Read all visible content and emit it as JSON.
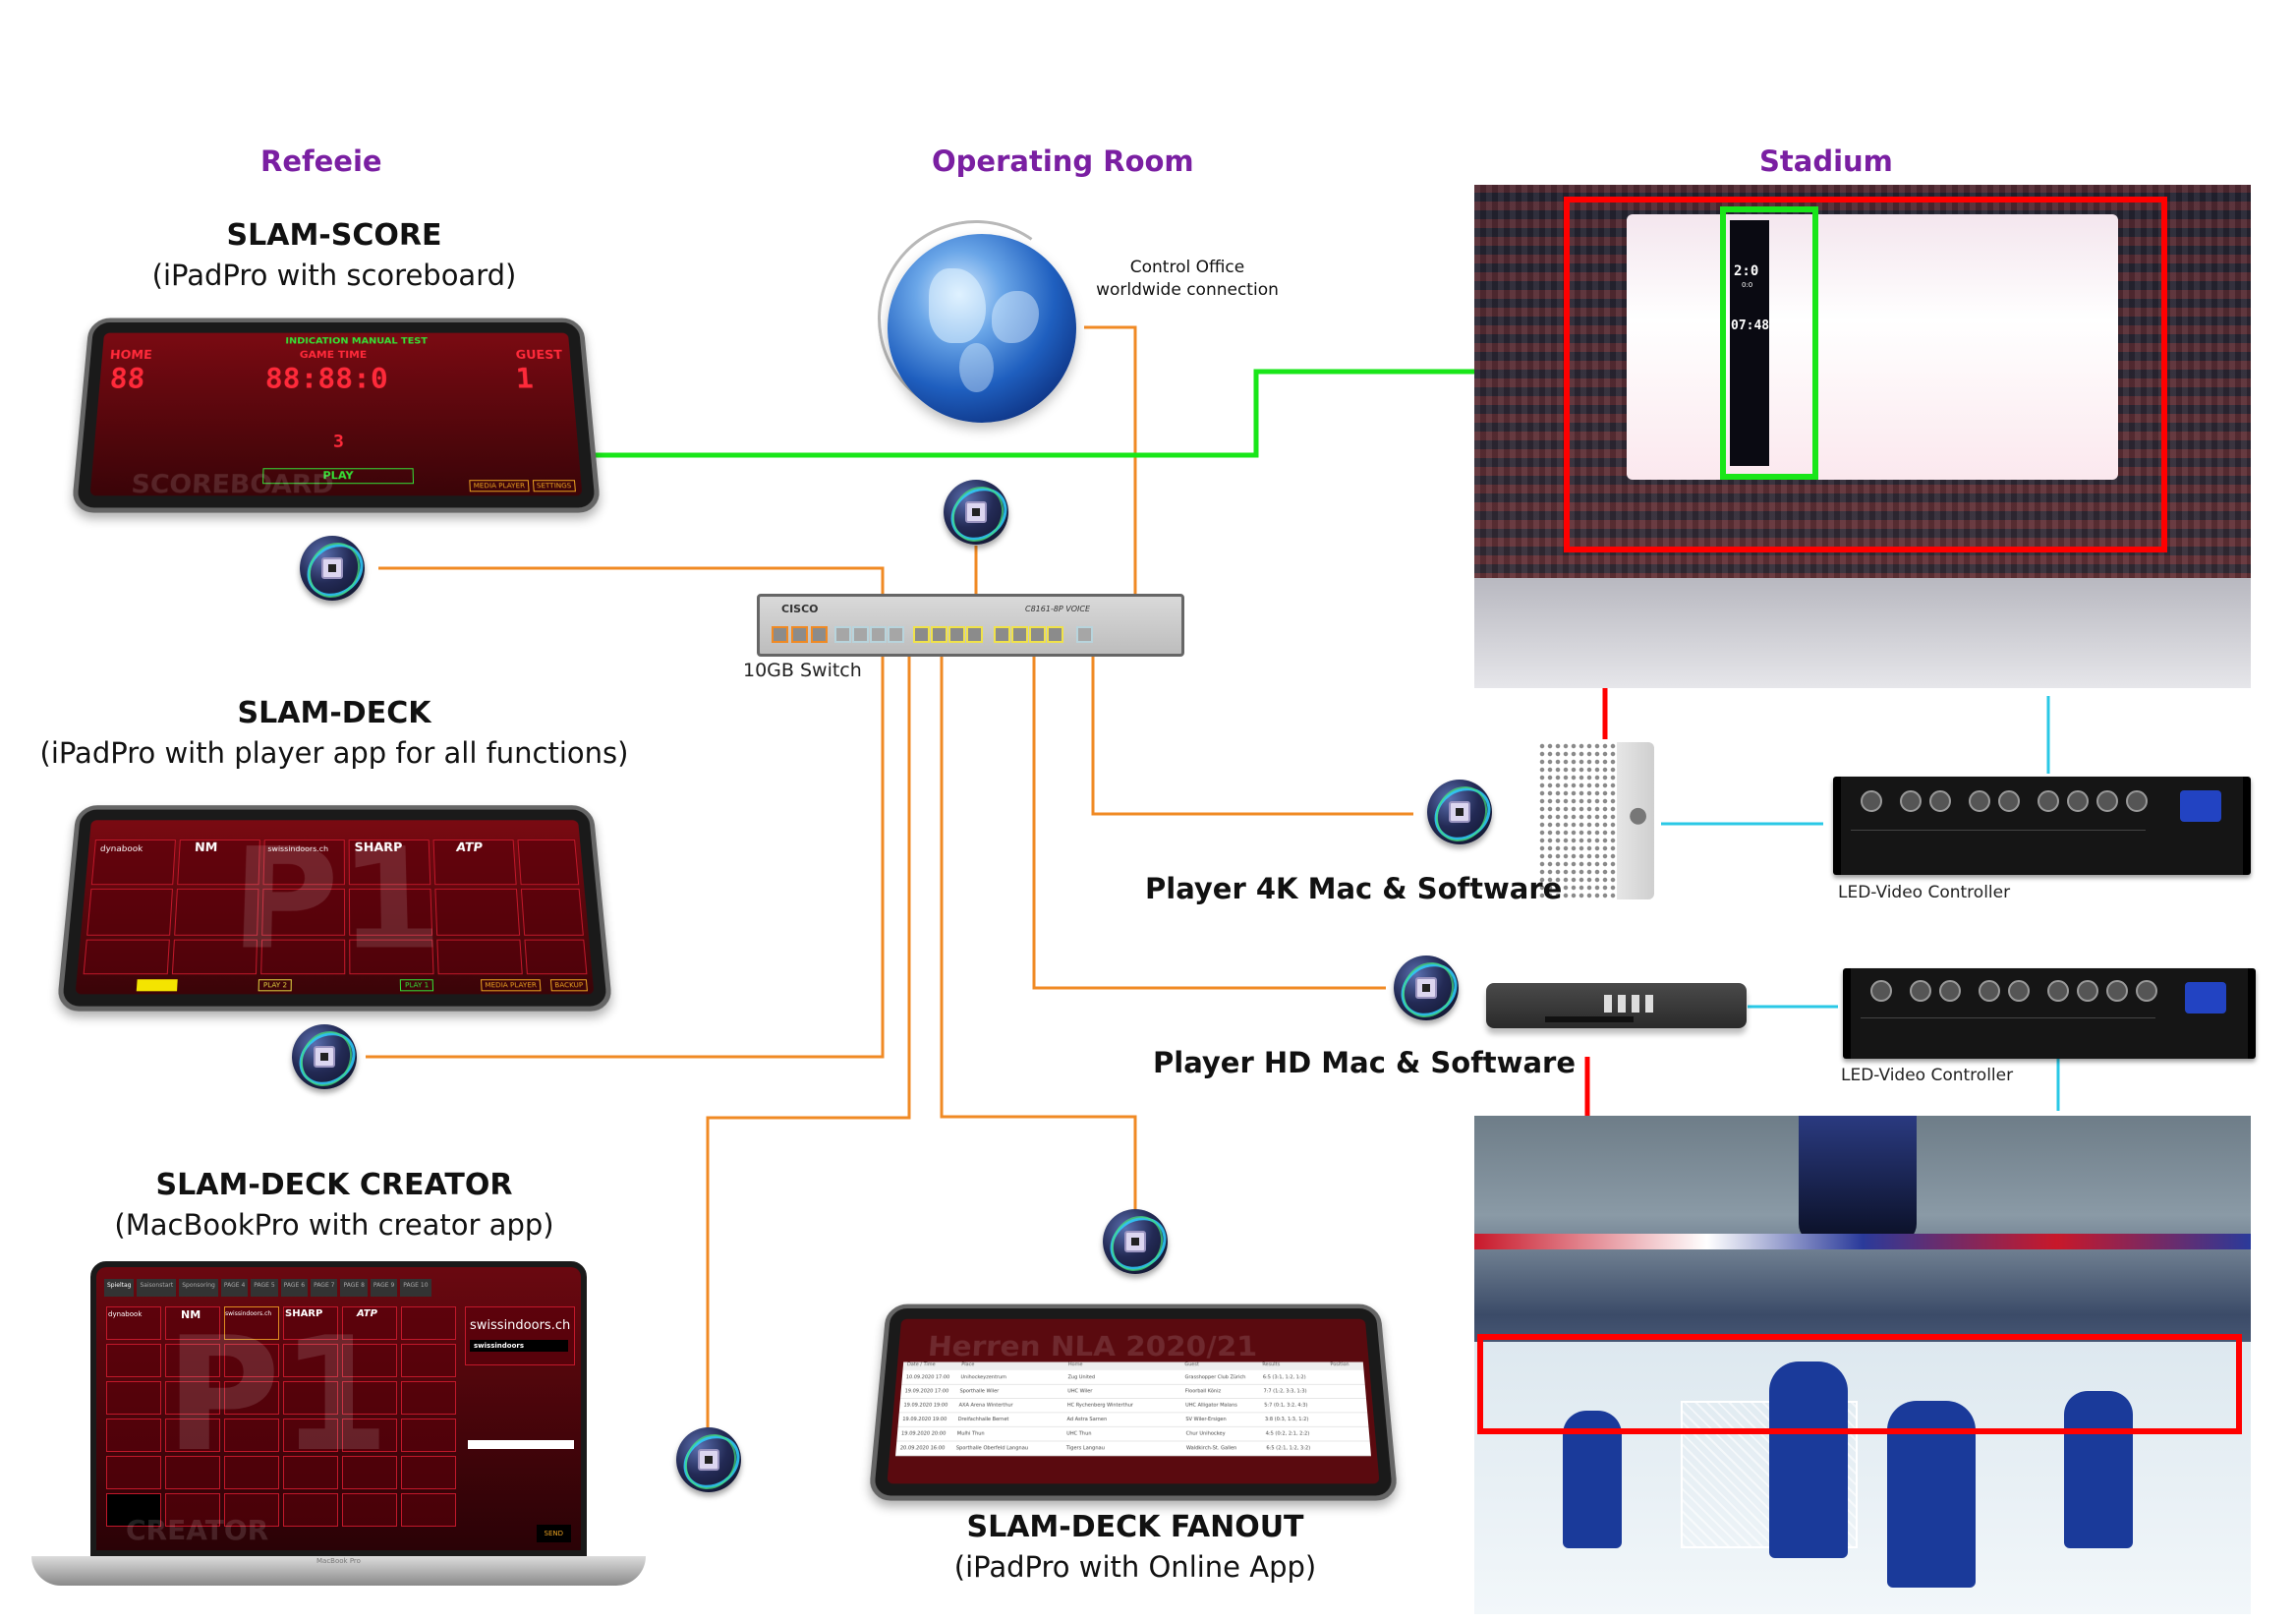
{
  "sections": {
    "referee": "Refeeie",
    "operating_room": "Operating Room",
    "stadium": "Stadium"
  },
  "devices": {
    "slam_score": {
      "title": "SLAM-SCORE",
      "subtitle": "(iPadPro with scoreboard)"
    },
    "slam_deck": {
      "title": "SLAM-DECK",
      "subtitle": "(iPadPro with player app for all functions)"
    },
    "slam_deck_creator": {
      "title": "SLAM-DECK CREATOR",
      "subtitle": "(MacBookPro with creator app)"
    },
    "slam_deck_fanout": {
      "title": "SLAM-DECK FANOUT",
      "subtitle": "(iPadPro with Online App)"
    }
  },
  "control_office": {
    "line1": "Control Office",
    "line2": "worldwide connection"
  },
  "switch": {
    "label": "10GB Switch",
    "brand": "CISCO",
    "model": "C8161-8P VOICE"
  },
  "players": {
    "player_4k": "Player 4K Mac & Software",
    "player_hd": "Player HD Mac & Software"
  },
  "led_controllers": [
    {
      "label": "LED-Video Controller"
    },
    {
      "label": "LED-Video Controller"
    }
  ],
  "scoreboard_screen": {
    "banner": "INDICATION MANUAL TEST",
    "home_label": "HOME",
    "guest_label": "GUEST",
    "game_time_label": "GAME TIME",
    "home_score": "88",
    "guest_score": "1",
    "game_time": "88:88:0",
    "period": "3",
    "play_label": "PLAY",
    "watermark": "SCOREBOARD",
    "buttons": [
      "MEDIA PLAYER",
      "SETTINGS"
    ]
  },
  "deck_screen": {
    "watermark": "P1",
    "tiles": [
      "dynabook",
      "NM",
      "swissindoors.ch",
      "SHARP",
      "ATP"
    ],
    "footer_buttons": [
      "PLAY 2",
      "PLAY 1",
      "MEDIA PLAYER",
      "BACKUP"
    ]
  },
  "creator_screen": {
    "tabs": [
      "Spieltag",
      "Saisonstart",
      "Sponsoring",
      "PAGE 4",
      "PAGE 5",
      "PAGE 6",
      "PAGE 7",
      "PAGE 8",
      "PAGE 9",
      "PAGE 10"
    ],
    "tiles": [
      "dynabook",
      "NM",
      "swissindoors.ch",
      "SHARP",
      "ATP"
    ],
    "preview_title": "swissindoors.ch",
    "preview_sub": "swissindoors",
    "watermark": "CREATOR",
    "send_label": "SEND",
    "laptop_name": "MacBook Pro"
  },
  "fanout_screen": {
    "watermark": "Herren NLA 2020/21",
    "columns": [
      "Date / Time",
      "Place",
      "Home",
      "Guest",
      "Results",
      "Position"
    ],
    "rows": [
      [
        "10.09.2020 17:00",
        "Unihockeyzentrum",
        "Zug United",
        "Grasshopper Club Zürich",
        "6:5 (3:1, 1:2, 1:2)"
      ],
      [
        "19.09.2020 17:00",
        "Sporthalle Wiler",
        "UHC Wiler",
        "Floorball Köniz",
        "7:7 (1:2, 3:3, 1:3)"
      ],
      [
        "19.09.2020 19:00",
        "AXA Arena Winterthur",
        "HC Rychenberg Winterthur",
        "UHC Alligator Malans",
        "5:7 (0:1, 3:2, 4:3)"
      ],
      [
        "19.09.2020 19:00",
        "Dreifachhalle Bernet",
        "Ad Astra Sarnen",
        "SV Wiler-Ersigen",
        "3:8 (0:3, 1:3, 1:2)"
      ],
      [
        "19.09.2020 20:00",
        "Mulhi Thun",
        "UHC Thun",
        "Chur Unihockey",
        "4:5 (0:2, 2:1, 2:2)"
      ],
      [
        "20.09.2020 16:00",
        "Sporthalle Oberfeld Langnau",
        "Tigers Langnau",
        "Waldkirch-St. Gallen",
        "6:5 (2:1, 1:2, 3:2)"
      ]
    ]
  },
  "stadium_screen": {
    "score": "2:0",
    "sub_score": "0:0",
    "clock": "07:48"
  },
  "colors": {
    "section_label": "#7a1fa2",
    "ethernet": "#f08a24",
    "scoreboard_link": "#19e619",
    "video_link": "#ff0000",
    "hdmi_link": "#2ac8e6"
  }
}
